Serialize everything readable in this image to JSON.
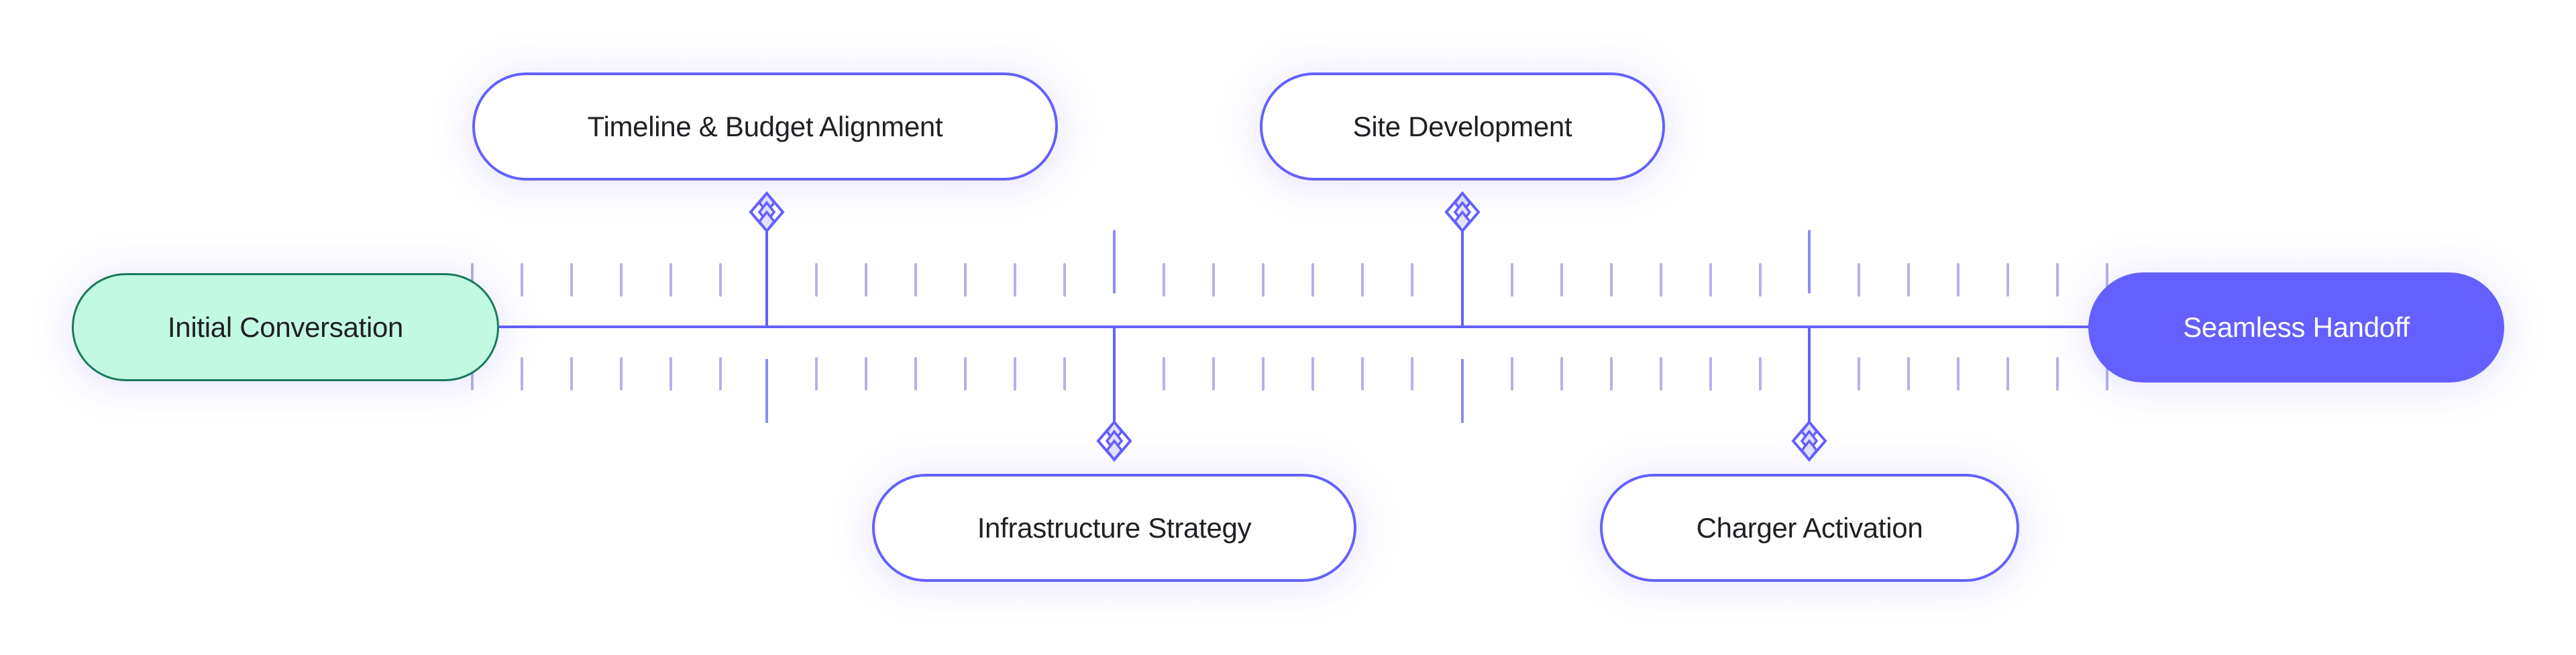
{
  "diagram": {
    "type": "timeline",
    "colors": {
      "accent": "#6360FF",
      "start_fill": "#C2F9E3",
      "start_stroke": "#1A7A5A",
      "text": "#1F1F24",
      "end_text": "#FFFFFF",
      "grid": "#D9D6FA",
      "tick": "#B3B1EC"
    },
    "start_node": {
      "label": "Initial Conversation"
    },
    "end_node": {
      "label": "Seamless Handoff"
    },
    "milestones": [
      {
        "label": "Timeline & Budget Alignment",
        "position": "above",
        "marker": "diamond-icon"
      },
      {
        "label": "Infrastructure Strategy",
        "position": "below",
        "marker": "diamond-icon"
      },
      {
        "label": "Site Development",
        "position": "above",
        "marker": "diamond-icon"
      },
      {
        "label": "Charger Activation",
        "position": "below",
        "marker": "diamond-icon"
      }
    ]
  }
}
